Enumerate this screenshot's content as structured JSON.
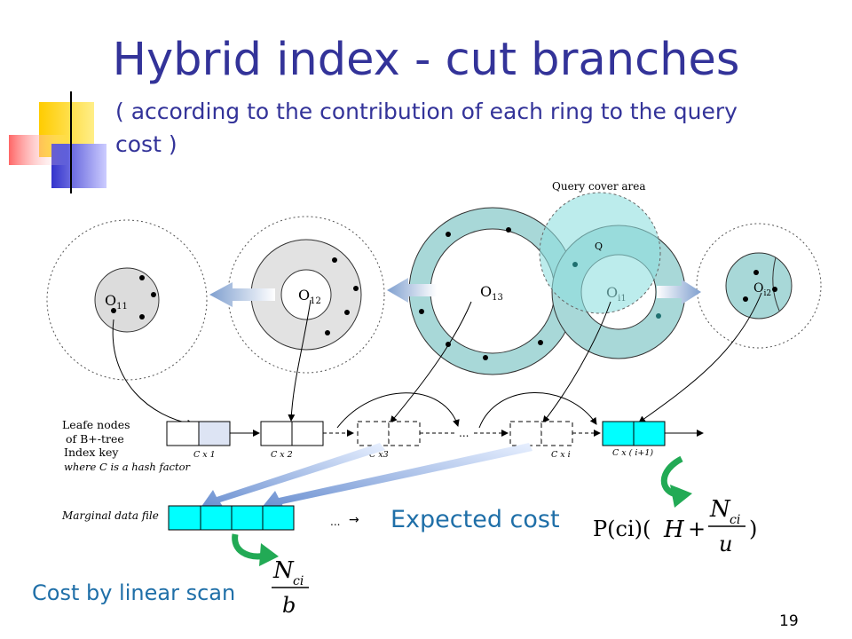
{
  "slide": {
    "title": "Hybrid index - cut branches",
    "subtitle": "( according to the contribution of each ring to the query cost )",
    "page_number": "19"
  },
  "diagram": {
    "query_cover_area": "Query cover area",
    "query_label": "Q",
    "rings": [
      {
        "main": "O",
        "sub": "11"
      },
      {
        "main": "O",
        "sub": "12"
      },
      {
        "main": "O",
        "sub": "13"
      },
      {
        "main": "O",
        "sub": "i1"
      },
      {
        "main": "O",
        "sub": "i2"
      }
    ],
    "leaf_labels": {
      "line1": "Leafe nodes",
      "line2": "of B+-tree",
      "line3": "Index key",
      "line4": "where C is a hash factor"
    },
    "keys": [
      "C x 1",
      "C x 2",
      "C x3",
      "C x i",
      "C x ( i+1)"
    ],
    "ellipsis": "...",
    "marginal_label": "Marginal data file",
    "marginal_ellipsis": "...",
    "arrow_glyph": "→",
    "colors": {
      "title": "#333399",
      "cost_text": "#1f6fa8",
      "teal_fill": "#a8d8d8",
      "cyan": "#00ffff",
      "query_fill": "#8fe0e0",
      "grey_ring": "#e0e0e0",
      "green_arrow": "#22aa55"
    }
  },
  "formulas": {
    "expected_cost": "Expected cost",
    "P": "P(ci)(",
    "H": "H",
    "plus": "+",
    "N": "N",
    "ci": "ci",
    "u": "u",
    "close": ")",
    "linear_scan": "Cost by linear scan",
    "b": "b"
  }
}
